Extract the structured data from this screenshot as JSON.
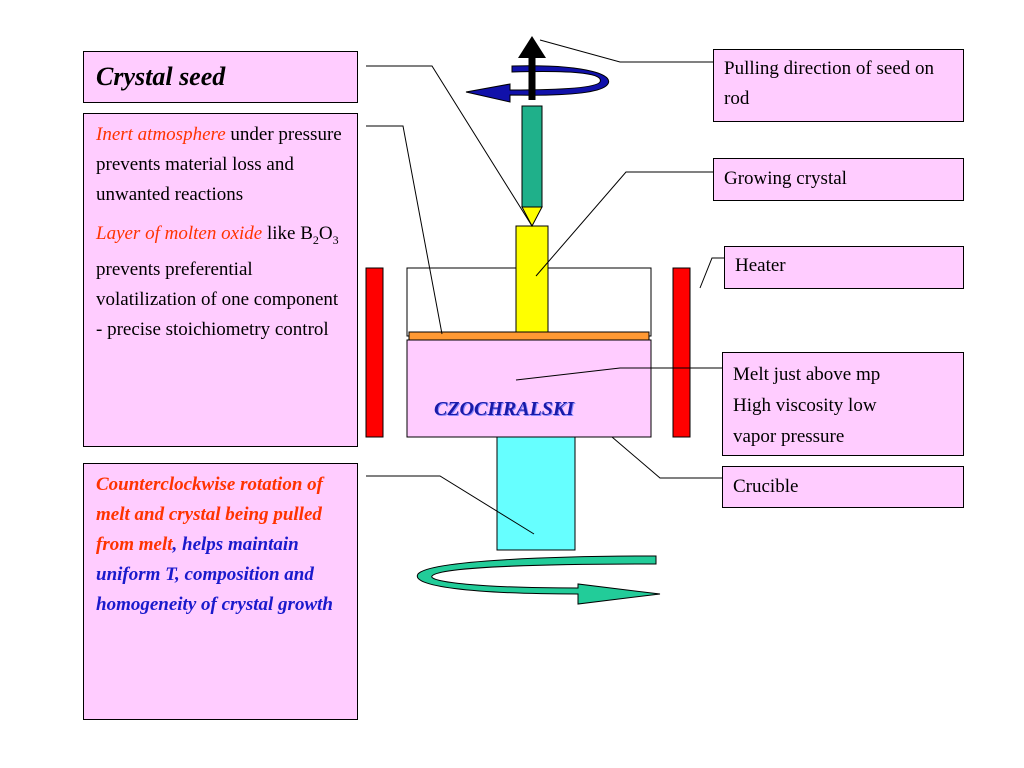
{
  "left": {
    "crystal_seed": "Crystal seed",
    "inert_italic": "Inert atmosphere",
    "inert_rest": " under pressure prevents material loss and unwanted reactions",
    "oxide_italic": "Layer of molten oxide",
    "oxide_like": " like B",
    "oxide_sub1": "2",
    "oxide_o": "O",
    "oxide_sub2": "3",
    "oxide_rest": " prevents preferential volatilization of one component - precise stoichiometry control",
    "rotation_red": "Counterclockwise rotation of melt and crystal being pulled from melt",
    "rotation_comma": ",",
    "rotation_blue": " helps maintain uniform T, composition and homogeneity of crystal growth"
  },
  "right": {
    "pulling": "Pulling direction of seed on rod",
    "growing": "Growing crystal",
    "heater": "Heater",
    "melt_line1": "Melt just above mp",
    "melt_line2": "High viscosity low",
    "melt_line3": "vapor pressure",
    "crucible": "Crucible"
  },
  "center": {
    "czochralski": "CZOCHRALSKI"
  },
  "colors": {
    "box_fill": "#ffccff",
    "heater": "#ff0000",
    "crystal": "#ffff00",
    "rod": "#1fb08a",
    "pedestal": "#66ffff",
    "oxide_layer": "#ff9933",
    "top_arrow": "#1111aa",
    "bottom_arrow": "#22cc99",
    "label_red": "#ff3300",
    "label_blue": "#1a1acc"
  }
}
